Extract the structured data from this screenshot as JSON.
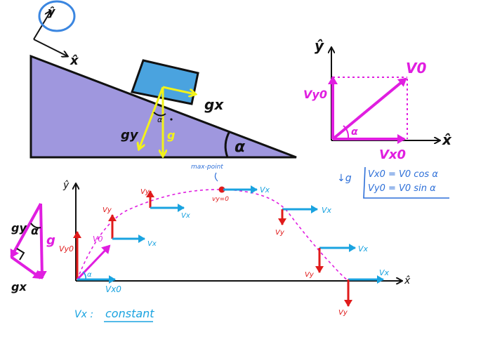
{
  "colors": {
    "incline": "#9f97de",
    "block": "#4aa3df",
    "yellow": "#f2f21a",
    "magenta": "#e01ee0",
    "red": "#e01b1b",
    "blue": "#1aa3e0",
    "ink": "#111111",
    "annotation": "#2d6fd8"
  },
  "incline": {
    "axis_x": "x̂",
    "axis_y": "ŷ",
    "g_x": "gx",
    "g_y": "gy",
    "g": "g",
    "alpha": "α"
  },
  "components": {
    "axis_x": "x̂",
    "axis_y": "ŷ",
    "v0": "V0",
    "vy0": "Vy0",
    "vx0": "Vx0",
    "alpha": "α"
  },
  "equations": {
    "g_vector": "↓g",
    "vx0_eq": "Vx0 = V0 cos α",
    "vy0_eq": "Vy0 = V0 sin α"
  },
  "projectile": {
    "axis_x": "x̂",
    "axis_y": "ŷ",
    "max_point": "max-point",
    "vy_zero": "vy=0",
    "vx": "Vx",
    "vy": "Vy",
    "v0": "V0",
    "vy0": "Vy0",
    "vx0": "Vx0",
    "alpha": "α",
    "vx_prefix": "Vx :",
    "constant": "constant"
  },
  "small_triangle": {
    "gy": "gy",
    "gx": "gx",
    "g": "g",
    "alpha": "α"
  }
}
